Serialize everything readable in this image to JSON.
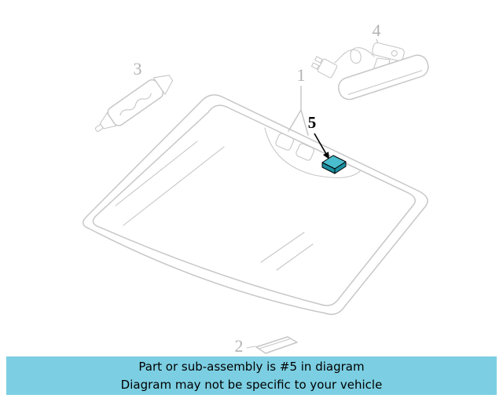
{
  "colors": {
    "canvas-bg": "#ffffff",
    "line-color": "#c7c7c7",
    "label-color": "#b3b3b3",
    "ink": "#000000",
    "highlight": "#49bccd",
    "highlight-dark": "#1b8ea1",
    "banner-bg": "#7ccfe2"
  },
  "diagram": {
    "callouts": {
      "windshield": "1",
      "lower_molding": "2",
      "sealant_tube": "3",
      "rearview_mirror": "4",
      "mirror_bracket_highlighted": "5"
    }
  },
  "banner": {
    "line1": "Part or sub-assembly is #5 in diagram",
    "line2": "Diagram may not be specific to your vehicle"
  }
}
